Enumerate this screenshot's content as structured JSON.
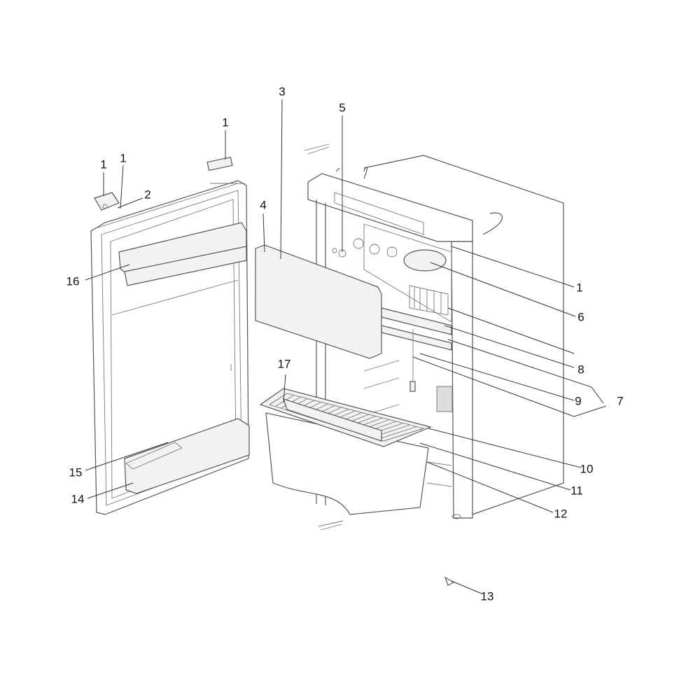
{
  "diagram": {
    "type": "exploded-parts-view",
    "callouts": [
      {
        "id": "c1a",
        "text": "1"
      },
      {
        "id": "c1b",
        "text": "1"
      },
      {
        "id": "c1c",
        "text": "1"
      },
      {
        "id": "c2",
        "text": "2"
      },
      {
        "id": "c3",
        "text": "3"
      },
      {
        "id": "c5",
        "text": "5"
      },
      {
        "id": "c4",
        "text": "4"
      },
      {
        "id": "c16",
        "text": "16"
      },
      {
        "id": "c1d",
        "text": "1"
      },
      {
        "id": "c6",
        "text": "6"
      },
      {
        "id": "c8",
        "text": "8"
      },
      {
        "id": "c9",
        "text": "9"
      },
      {
        "id": "c7",
        "text": "7"
      },
      {
        "id": "c17",
        "text": "17"
      },
      {
        "id": "c10",
        "text": "10"
      },
      {
        "id": "c11",
        "text": "11"
      },
      {
        "id": "c15",
        "text": "15"
      },
      {
        "id": "c14",
        "text": "14"
      },
      {
        "id": "c12",
        "text": "12"
      },
      {
        "id": "c13",
        "text": "13"
      }
    ]
  }
}
